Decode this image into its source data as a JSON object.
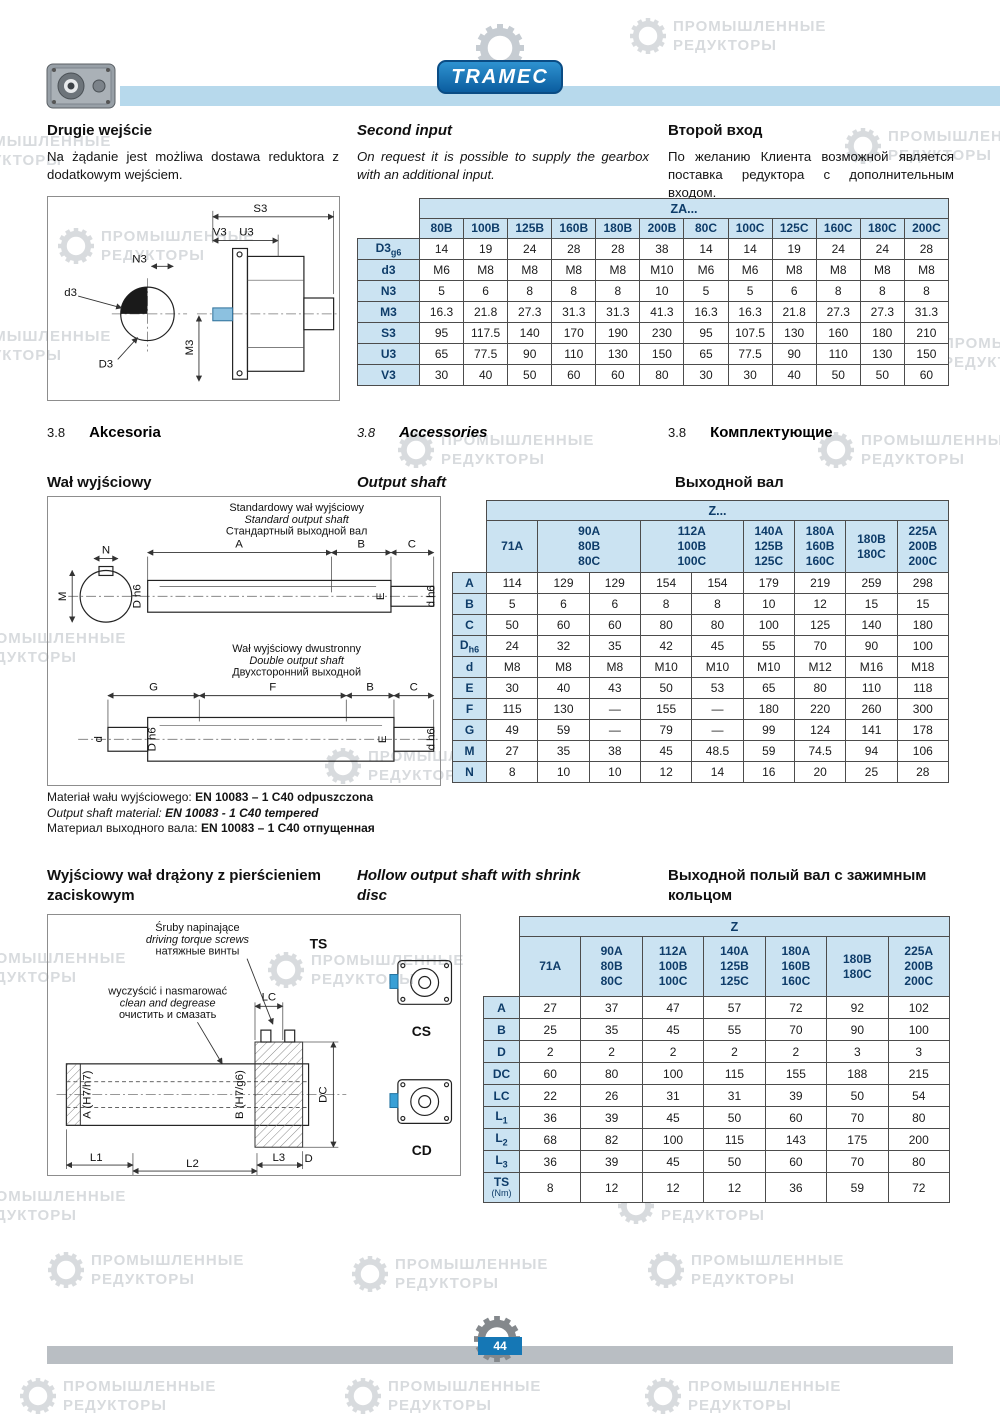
{
  "brand": {
    "name": "TRAMEC",
    "page_number": "44"
  },
  "watermark": {
    "line1": "ПРОМЫШЛЕННЫЕ",
    "line2": "РЕДУКТОРЫ"
  },
  "second_input": {
    "heading_pl": "Drugie wejście",
    "heading_en": "Second input",
    "heading_ru": "Второй вход",
    "body_pl": "Na żądanie jest możliwa dostawa reduktora z dodatkowym wejściem.",
    "body_en": "On request it is possible to supply the gearbox with an additional input.",
    "body_ru": "По желанию Клиента возможной является поставка редуктора с дополнительным входом.",
    "diagram": {
      "S3": "S3",
      "V3": "V3",
      "U3": "U3",
      "N3": "N3",
      "d3": "d3",
      "M3": "M3",
      "D3": "D3"
    },
    "table": {
      "title": "ZA...",
      "headers": [
        {
          "label": "80B"
        },
        {
          "label": "100B"
        },
        {
          "label": "125B"
        },
        {
          "label": "160B"
        },
        {
          "label": "180B"
        },
        {
          "label": "200B"
        },
        {
          "label": "80C"
        },
        {
          "label": "100C"
        },
        {
          "label": "125C"
        },
        {
          "label": "160C"
        },
        {
          "label": "180C"
        },
        {
          "label": "200C"
        }
      ],
      "rows": [
        {
          "label": "D3",
          "sub": "g6",
          "values": [
            "14",
            "19",
            "24",
            "28",
            "28",
            "38",
            "14",
            "14",
            "19",
            "24",
            "24",
            "28"
          ]
        },
        {
          "label": "d3",
          "values": [
            "M6",
            "M8",
            "M8",
            "M8",
            "M8",
            "M10",
            "M6",
            "M6",
            "M8",
            "M8",
            "M8",
            "M8"
          ]
        },
        {
          "label": "N3",
          "values": [
            "5",
            "6",
            "8",
            "8",
            "8",
            "10",
            "5",
            "5",
            "6",
            "8",
            "8",
            "8"
          ]
        },
        {
          "label": "M3",
          "values": [
            "16.3",
            "21.8",
            "27.3",
            "31.3",
            "31.3",
            "41.3",
            "16.3",
            "16.3",
            "21.8",
            "27.3",
            "27.3",
            "31.3"
          ]
        },
        {
          "label": "S3",
          "values": [
            "95",
            "117.5",
            "140",
            "170",
            "190",
            "230",
            "95",
            "107.5",
            "130",
            "160",
            "180",
            "210"
          ]
        },
        {
          "label": "U3",
          "values": [
            "65",
            "77.5",
            "90",
            "110",
            "130",
            "150",
            "65",
            "77.5",
            "90",
            "110",
            "130",
            "150"
          ]
        },
        {
          "label": "V3",
          "values": [
            "30",
            "40",
            "50",
            "60",
            "60",
            "80",
            "30",
            "30",
            "40",
            "50",
            "50",
            "60"
          ]
        }
      ]
    }
  },
  "accessories": {
    "number": "3.8",
    "pl": "Akcesoria",
    "en": "Accessories",
    "ru": "Комплектующие"
  },
  "output_shaft": {
    "heading_pl": "Wał wyjściowy",
    "heading_en": "Output shaft",
    "heading_ru": "Выходной вал",
    "standard_caption": [
      "Standardowy wał wyjściowy",
      "Standard output shaft",
      "Стандартный выходной вал"
    ],
    "double_caption": [
      "Wał wyjściowy dwustronny",
      "Double output shaft",
      "Двухсторонний выходной"
    ],
    "dims": {
      "N": "N",
      "A": "A",
      "B": "B",
      "C": "C",
      "M": "M",
      "Dh6": "D h6",
      "dh6": "d h6",
      "E": "E",
      "G": "G",
      "F": "F",
      "d": "d"
    },
    "material_pl_label": "Materiał wału wyjściowego:",
    "material_pl_value": "EN 10083 – 1 C40 odpuszczona",
    "material_en_label": "Output shaft material:",
    "material_en_value": "EN 10083 - 1 C40 tempered",
    "material_ru_label": "Материал выходного вала:",
    "material_ru_value": "EN 10083 – 1 C40 отпущенная",
    "table": {
      "title": "Z...",
      "headers": [
        {
          "label": "71A"
        },
        {
          "label": "90A\n80B\n80C",
          "span": 2
        },
        {
          "label": "112A\n100B\n100C",
          "span": 2
        },
        {
          "label": "140A\n125B\n125C"
        },
        {
          "label": "180A\n160B\n160C"
        },
        {
          "label": "180B\n180C"
        },
        {
          "label": "225A\n200B\n200C"
        }
      ],
      "rows": [
        {
          "label": "A",
          "values": [
            "114",
            "129",
            "129",
            "154",
            "154",
            "179",
            "219",
            "259",
            "298"
          ]
        },
        {
          "label": "B",
          "values": [
            "5",
            "6",
            "6",
            "8",
            "8",
            "10",
            "12",
            "15",
            "15"
          ]
        },
        {
          "label": "C",
          "values": [
            "50",
            "60",
            "60",
            "80",
            "80",
            "100",
            "125",
            "140",
            "180"
          ]
        },
        {
          "label": "D",
          "sub": "h6",
          "values": [
            "24",
            "32",
            "35",
            "42",
            "45",
            "55",
            "70",
            "90",
            "100"
          ]
        },
        {
          "label": "d",
          "values": [
            "M8",
            "M8",
            "M8",
            "M10",
            "M10",
            "M10",
            "M12",
            "M16",
            "M18"
          ]
        },
        {
          "label": "E",
          "values": [
            "30",
            "40",
            "43",
            "50",
            "53",
            "65",
            "80",
            "110",
            "118"
          ]
        },
        {
          "label": "F",
          "values": [
            "115",
            "130",
            "—",
            "155",
            "—",
            "180",
            "220",
            "260",
            "300"
          ]
        },
        {
          "label": "G",
          "values": [
            "49",
            "59",
            "—",
            "79",
            "—",
            "99",
            "124",
            "141",
            "178"
          ]
        },
        {
          "label": "M",
          "values": [
            "27",
            "35",
            "38",
            "45",
            "48.5",
            "59",
            "74.5",
            "94",
            "106"
          ]
        },
        {
          "label": "N",
          "values": [
            "8",
            "10",
            "10",
            "12",
            "14",
            "16",
            "20",
            "25",
            "28"
          ]
        }
      ]
    }
  },
  "hollow_shaft": {
    "heading_pl": "Wyjściowy wał drążony z pierścieniem zaciskowym",
    "heading_en": "Hollow output shaft with shrink disc",
    "heading_ru": "Выходной полый вал с зажимным кольцом",
    "note_screws": [
      "Śruby napinające",
      "driving torque screws",
      "натяжные винты"
    ],
    "note_clean": [
      "wyczyścić i nasmarować",
      "clean and degrease",
      "очистить и смазать"
    ],
    "labels": {
      "ts": "TS",
      "lc": "LC",
      "dc": "DC",
      "cs": "CS",
      "cd": "CD",
      "a": "A (H7/h7)",
      "b": "B (H7/g6)",
      "d": "D",
      "l1": "L1",
      "l2": "L2",
      "l3": "L3"
    },
    "table": {
      "title": "Z",
      "headers": [
        {
          "label": "71A"
        },
        {
          "label": "90A\n80B\n80C"
        },
        {
          "label": "112A\n100B\n100C"
        },
        {
          "label": "140A\n125B\n125C"
        },
        {
          "label": "180A\n160B\n160C"
        },
        {
          "label": "180B\n180C"
        },
        {
          "label": "225A\n200B\n200C"
        }
      ],
      "rows": [
        {
          "label": "A",
          "values": [
            "27",
            "37",
            "47",
            "57",
            "72",
            "92",
            "102"
          ]
        },
        {
          "label": "B",
          "values": [
            "25",
            "35",
            "45",
            "55",
            "70",
            "90",
            "100"
          ]
        },
        {
          "label": "D",
          "values": [
            "2",
            "2",
            "2",
            "2",
            "2",
            "3",
            "3"
          ]
        },
        {
          "label": "DC",
          "values": [
            "60",
            "80",
            "100",
            "115",
            "155",
            "188",
            "215"
          ]
        },
        {
          "label": "LC",
          "values": [
            "22",
            "26",
            "31",
            "31",
            "39",
            "50",
            "54"
          ]
        },
        {
          "label": "L",
          "sub": "1",
          "values": [
            "36",
            "39",
            "45",
            "50",
            "60",
            "70",
            "80"
          ]
        },
        {
          "label": "L",
          "sub": "2",
          "values": [
            "68",
            "82",
            "100",
            "115",
            "143",
            "175",
            "200"
          ]
        },
        {
          "label": "L",
          "sub": "3",
          "values": [
            "36",
            "39",
            "45",
            "50",
            "60",
            "70",
            "80"
          ]
        },
        {
          "label": "TS",
          "note": "(Nm)",
          "values": [
            "8",
            "12",
            "12",
            "12",
            "36",
            "59",
            "72"
          ]
        }
      ]
    }
  }
}
